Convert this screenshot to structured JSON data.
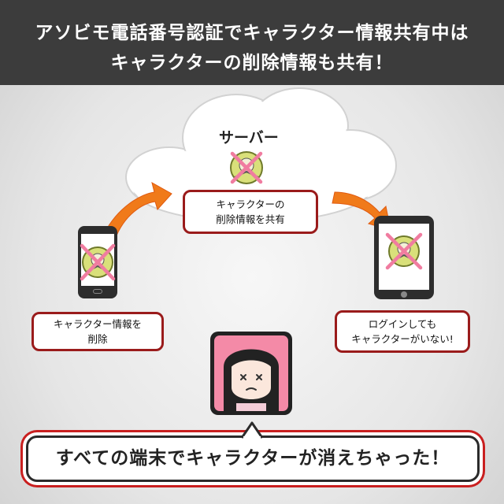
{
  "header": {
    "line1": "アソビモ電話番号認証でキャラクター情報共有中は",
    "line2": "キャラクターの削除情報も共有！"
  },
  "server": {
    "label": "サーバー"
  },
  "boxes": {
    "server": {
      "line1": "キャラクターの",
      "line2": "削除情報を共有"
    },
    "left": {
      "line1": "キャラクター情報を",
      "line2": "削除"
    },
    "right": {
      "line1": "ログインしても",
      "line2": "キャラクターがいない!"
    }
  },
  "bubble": {
    "text": "すべての端末でキャラクターが消えちゃった！"
  },
  "colors": {
    "header_bg": "#3c3c3c",
    "box_border": "#9a1b1b",
    "arrow": "#f07a1a",
    "cross": "#f07ca0",
    "face_bg": "#f48aa7",
    "bubble_border": "#c91f1f"
  },
  "icons": [
    "cloud-icon",
    "character-icon",
    "smartphone-icon",
    "tablet-icon",
    "arrow-icon",
    "cross-icon",
    "sad-face-icon"
  ]
}
